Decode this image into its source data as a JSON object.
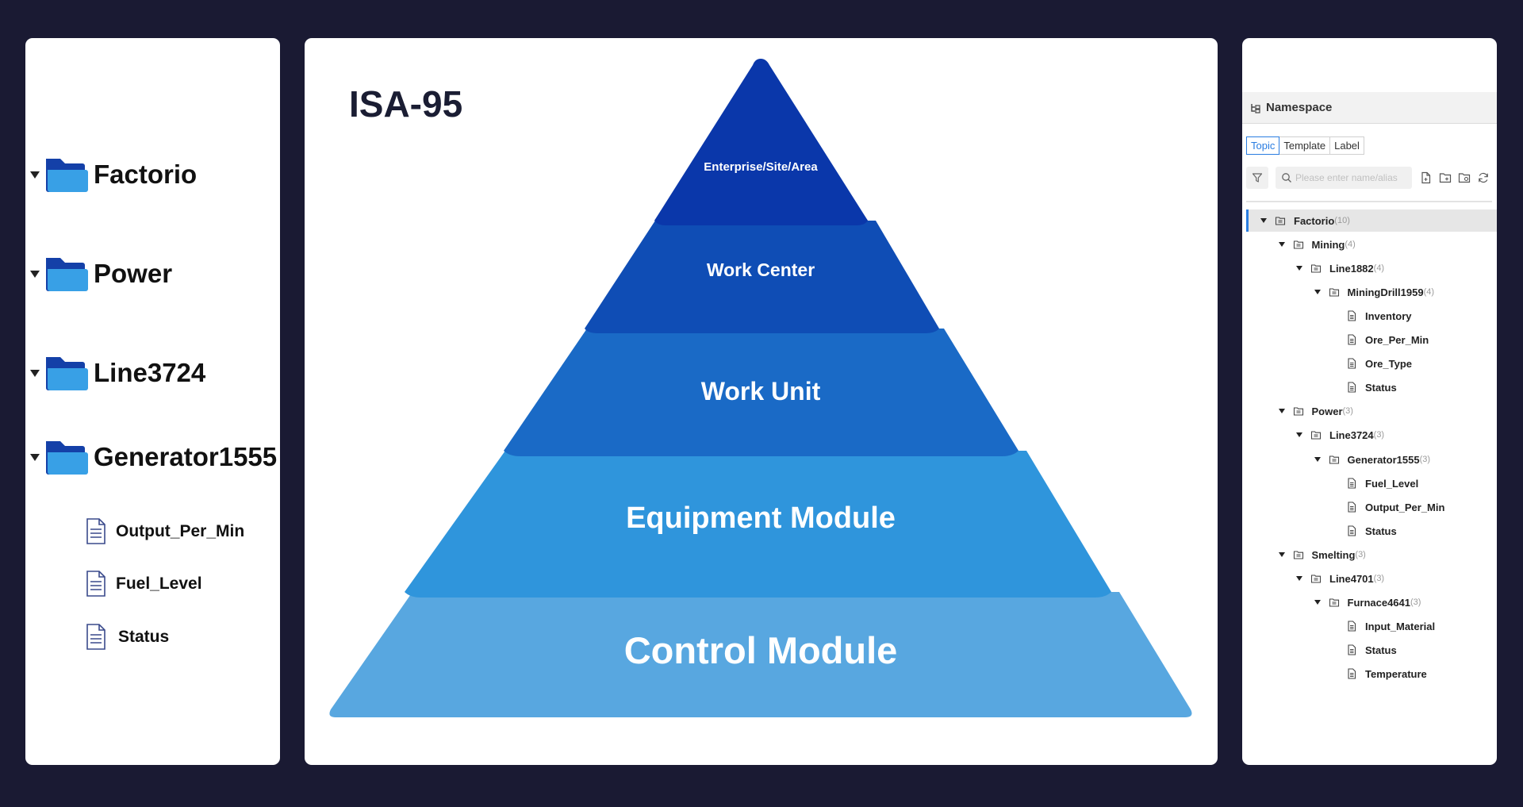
{
  "left_tree": {
    "nodes": [
      {
        "label": "Factorio"
      },
      {
        "label": "Power"
      },
      {
        "label": "Line3724"
      },
      {
        "label": "Generator1555"
      }
    ],
    "leaves": [
      {
        "label": "Output_Per_Min"
      },
      {
        "label": "Fuel_Level"
      },
      {
        "label": "Status"
      }
    ]
  },
  "diagram": {
    "title": "ISA-95",
    "levels": [
      {
        "label": "Enterprise/Site/Area",
        "color": "#0a37aa"
      },
      {
        "label": "Work Center",
        "color": "#0f4db5"
      },
      {
        "label": "Work Unit",
        "color": "#1a6ac6"
      },
      {
        "label": "Equipment Module",
        "color": "#2f95dc"
      },
      {
        "label": "Control Module",
        "color": "#58a7e0"
      }
    ]
  },
  "namespace": {
    "title": "Namespace",
    "tabs": [
      "Topic",
      "Template",
      "Label"
    ],
    "active_tab": "Topic",
    "search_placeholder": "Please enter name/alias",
    "toolbar_icons": [
      "new-file-icon",
      "new-folder-icon",
      "folder-settings-icon",
      "refresh-icon"
    ],
    "accent_color": "#2a7de1",
    "tree": [
      {
        "name": "Factorio",
        "count": "(10)",
        "level": 0,
        "type": "folder"
      },
      {
        "name": "Mining",
        "count": "(4)",
        "level": 1,
        "type": "folder"
      },
      {
        "name": "Line1882",
        "count": "(4)",
        "level": 2,
        "type": "folder"
      },
      {
        "name": "MiningDrill1959",
        "count": "(4)",
        "level": 3,
        "type": "folder"
      },
      {
        "name": "Inventory",
        "count": "",
        "level": 4,
        "type": "file"
      },
      {
        "name": "Ore_Per_Min",
        "count": "",
        "level": 4,
        "type": "file"
      },
      {
        "name": "Ore_Type",
        "count": "",
        "level": 4,
        "type": "file"
      },
      {
        "name": "Status",
        "count": "",
        "level": 4,
        "type": "file"
      },
      {
        "name": "Power",
        "count": "(3)",
        "level": 1,
        "type": "folder"
      },
      {
        "name": "Line3724",
        "count": "(3)",
        "level": 2,
        "type": "folder"
      },
      {
        "name": "Generator1555",
        "count": "(3)",
        "level": 3,
        "type": "folder"
      },
      {
        "name": "Fuel_Level",
        "count": "",
        "level": 4,
        "type": "file"
      },
      {
        "name": "Output_Per_Min",
        "count": "",
        "level": 4,
        "type": "file"
      },
      {
        "name": "Status",
        "count": "",
        "level": 4,
        "type": "file"
      },
      {
        "name": "Smelting",
        "count": "(3)",
        "level": 1,
        "type": "folder"
      },
      {
        "name": "Line4701",
        "count": "(3)",
        "level": 2,
        "type": "folder"
      },
      {
        "name": "Furnace4641",
        "count": "(3)",
        "level": 3,
        "type": "folder"
      },
      {
        "name": "Input_Material",
        "count": "",
        "level": 4,
        "type": "file"
      },
      {
        "name": "Status",
        "count": "",
        "level": 4,
        "type": "file"
      },
      {
        "name": "Temperature",
        "count": "",
        "level": 4,
        "type": "file"
      }
    ]
  }
}
